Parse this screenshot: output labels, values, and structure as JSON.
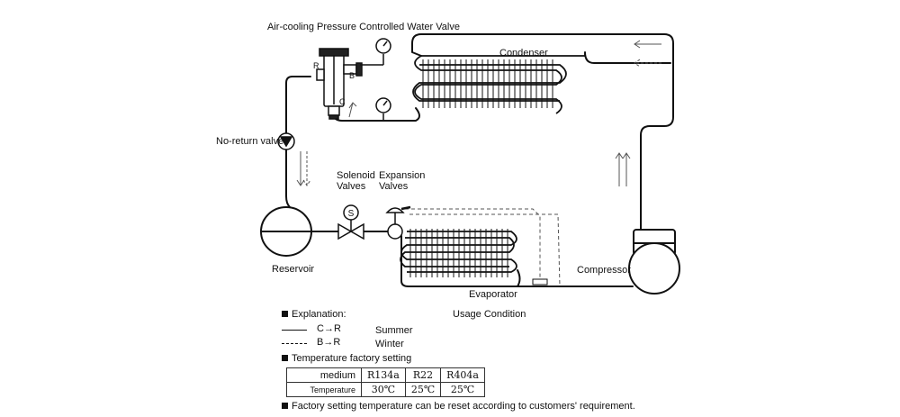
{
  "labels": {
    "water_valve": "Air-cooling Pressure Controlled Water Valve",
    "port_r": "R",
    "port_b": "B",
    "port_c": "C",
    "condenser": "Condenser",
    "no_return_valve": "No-return valve",
    "solenoid_valves": "Solenoid\nValves",
    "solenoid_symbol": "S",
    "expansion_valves": "Expansion\nValves",
    "reservoir": "Reservoir",
    "compressor": "Compressor",
    "evaporator": "Evaporator"
  },
  "explanation": {
    "title": "Explanation:",
    "usage_title": "Usage Condition",
    "rows": [
      {
        "code": "C→R",
        "condition": "Summer",
        "line": "solid"
      },
      {
        "code": "B→R",
        "condition": "Winter",
        "line": "dashed"
      }
    ]
  },
  "temperature": {
    "title": "Temperature factory setting",
    "table": {
      "row1_header": "medium",
      "row2_header": "Temperature",
      "media": [
        "R134a",
        "R22",
        "R404a"
      ],
      "values": [
        "30℃",
        "25℃",
        "25℃"
      ]
    }
  },
  "note": "Factory setting temperature can be reset according to customers' requirement."
}
